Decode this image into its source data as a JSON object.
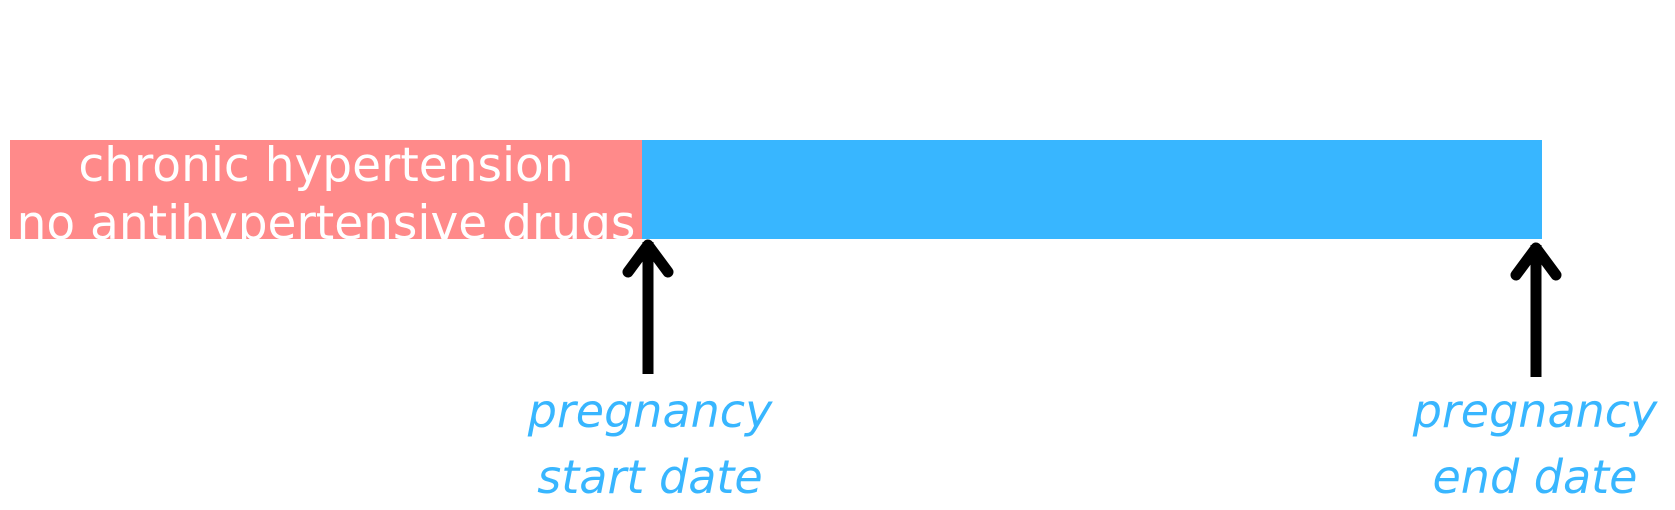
{
  "colors": {
    "pre_pregnancy_bar": "#FF8A8A",
    "pregnancy_bar": "#38B6FF",
    "arrow": "#000000",
    "label_text": "#38B6FF",
    "bar_text": "#FFFFFF"
  },
  "pre_pregnancy_segment": {
    "line1": "chronic hypertension",
    "line2": "no antihypertensive drugs"
  },
  "pregnancy_segment": {
    "label": ""
  },
  "markers": {
    "start": {
      "line1": "pregnancy",
      "line2": "start date",
      "icon": "arrow-up"
    },
    "end": {
      "line1": "pregnancy",
      "line2": "end date",
      "icon": "arrow-up"
    }
  }
}
